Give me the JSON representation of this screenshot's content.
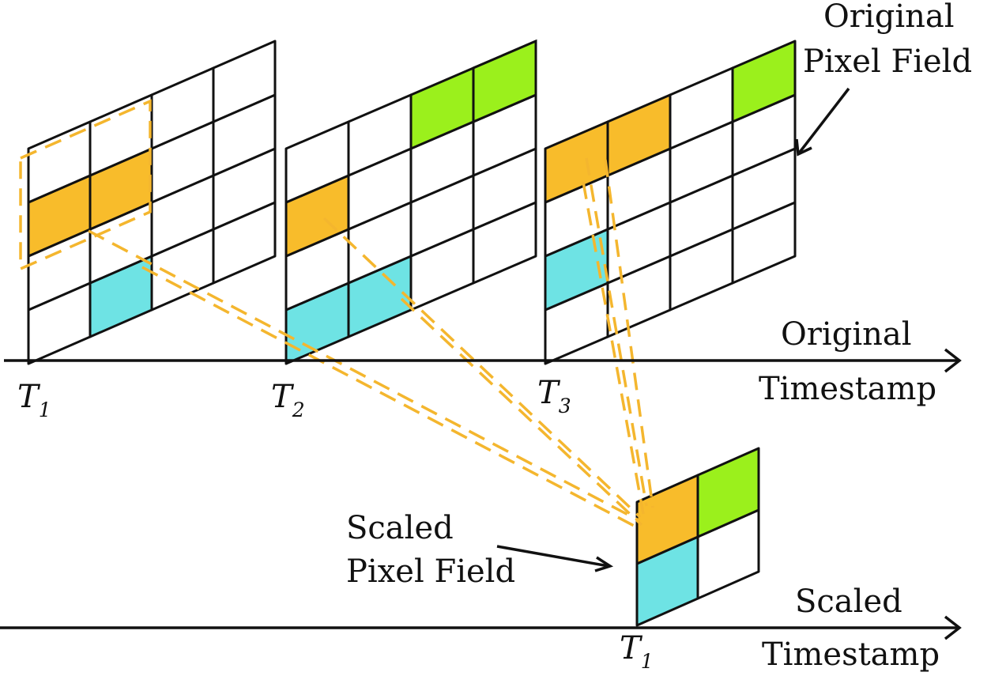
{
  "diagram": {
    "label_original_pixel_field_line1": "Original",
    "label_original_pixel_field_line2": "Pixel Field",
    "label_scaled_pixel_field_line1": "Scaled",
    "label_scaled_pixel_field_line2": "Pixel Field",
    "axis_original_line1": "Original",
    "axis_original_line2": "Timestamp",
    "axis_scaled_line1": "Scaled",
    "axis_scaled_line2": "Timestamp",
    "timestamps": [
      {
        "main": "T",
        "sub": "1"
      },
      {
        "main": "T",
        "sub": "2"
      },
      {
        "main": "T",
        "sub": "3"
      }
    ],
    "scaled_timestamp": {
      "main": "T",
      "sub": "1"
    }
  },
  "colors": {
    "orange": "#f8bc2b",
    "cyan": "#6ee3e4",
    "green": "#9bf01c",
    "dashed": "#f4b62e",
    "line": "#111111"
  }
}
